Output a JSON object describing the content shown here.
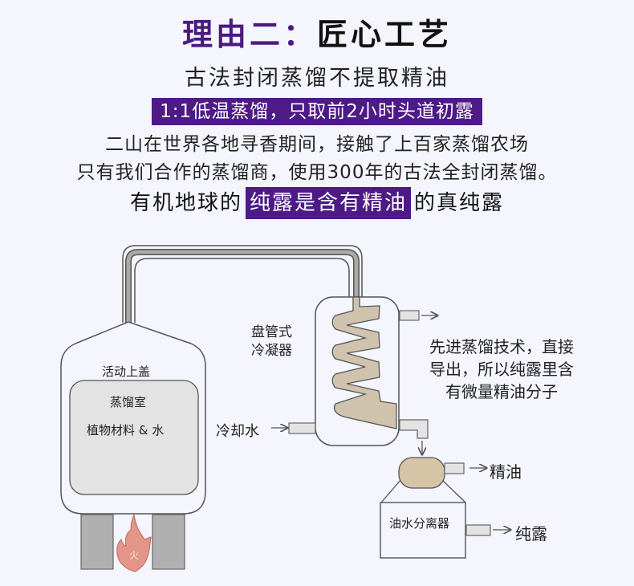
{
  "header": {
    "title_prefix": "理由二：",
    "title_main": "匠心工艺",
    "subtitle": "古法封闭蒸馏不提取精油",
    "highlight_line": "1:1低温蒸馏，只取前2小时头道初露",
    "description_lines": [
      "二山在世界各地寻香期间，接触了上百家蒸馏农场",
      "只有我们合作的蒸馏商，使用300年的古法全封闭蒸馏。"
    ],
    "tagline": {
      "before": "有机地球的",
      "highlight": "纯露是含有精油",
      "after": "的真纯露"
    }
  },
  "diagram": {
    "still": {
      "lid_label": "活动上盖",
      "chamber_label": "蒸馏室",
      "contents_label": "植物材料 & 水",
      "fire_label": "火"
    },
    "condenser": {
      "label_line1": "盘管式",
      "label_line2": "冷凝器",
      "cooling_water_label": "冷却水"
    },
    "note_lines": [
      "先进蒸馏技术，直接",
      "导出，所以纯露里含",
      "有微量精油分子"
    ],
    "separator": {
      "label": "油水分离器",
      "essential_oil_label": "精油",
      "hydrosol_label": "纯露"
    },
    "colors": {
      "accent_purple": "#4d1a86",
      "coil_tan": "#cfc3ae",
      "pipe_gray": "#a9a9a9",
      "chamber_gray": "#e3e3e3",
      "fire": "#e3958a",
      "background": "#f4f5fd"
    }
  }
}
